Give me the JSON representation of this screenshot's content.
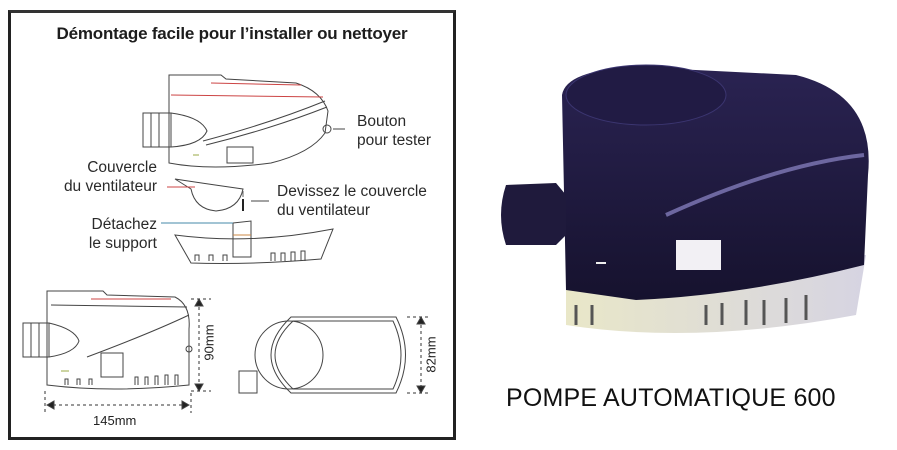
{
  "diagram_panel": {
    "title": "Démontage facile pour l’installer ou nettoyer",
    "labels": {
      "test_button": [
        "Bouton",
        "pour tester"
      ],
      "fan_cover": [
        "Couvercle",
        "du ventilateur"
      ],
      "unscrew_cover": [
        "Devissez le couvercle",
        "du ventilateur"
      ],
      "detach_support": [
        "Détachez",
        "le support"
      ]
    },
    "dimensions": {
      "length": "145mm",
      "height": "90mm",
      "width": "82mm"
    }
  },
  "product": {
    "caption": "POMPE AUTOMATIQUE 600",
    "colors": {
      "body": "#1c1640",
      "base": "#e8e6dc"
    }
  }
}
